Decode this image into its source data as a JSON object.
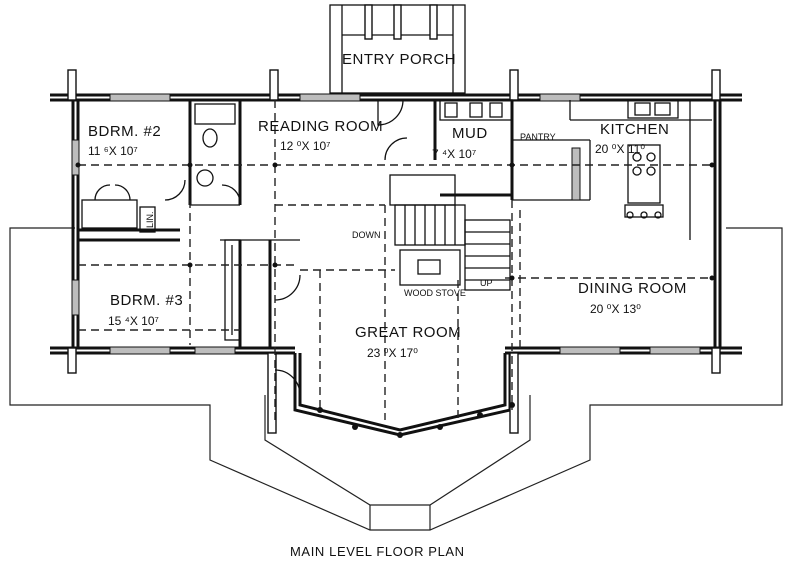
{
  "caption": "MAIN LEVEL FLOOR PLAN",
  "rooms": {
    "entry_porch": {
      "name": "ENTRY PORCH"
    },
    "bedroom2": {
      "name": "BDRM. #2",
      "size": "11 ⁶X 10⁷"
    },
    "reading": {
      "name": "READING ROOM",
      "size": "12 ⁰X 10⁷"
    },
    "mud": {
      "name": "MUD",
      "size": "7 ⁴X 10⁷"
    },
    "pantry": {
      "name": "PANTRY"
    },
    "kitchen": {
      "name": "KITCHEN",
      "size": "20 ⁰X 11⁰"
    },
    "bedroom3": {
      "name": "BDRM. #3",
      "size": "15 ⁴X 10⁷"
    },
    "great": {
      "name": "GREAT ROOM",
      "size": "23 ⁰X 17⁰"
    },
    "dining": {
      "name": "DINING ROOM",
      "size": "20 ⁰X 13⁰"
    }
  },
  "labels": {
    "down": "DOWN",
    "up": "UP",
    "wood_stove": "WOOD STOVE",
    "linen": "LIN."
  }
}
